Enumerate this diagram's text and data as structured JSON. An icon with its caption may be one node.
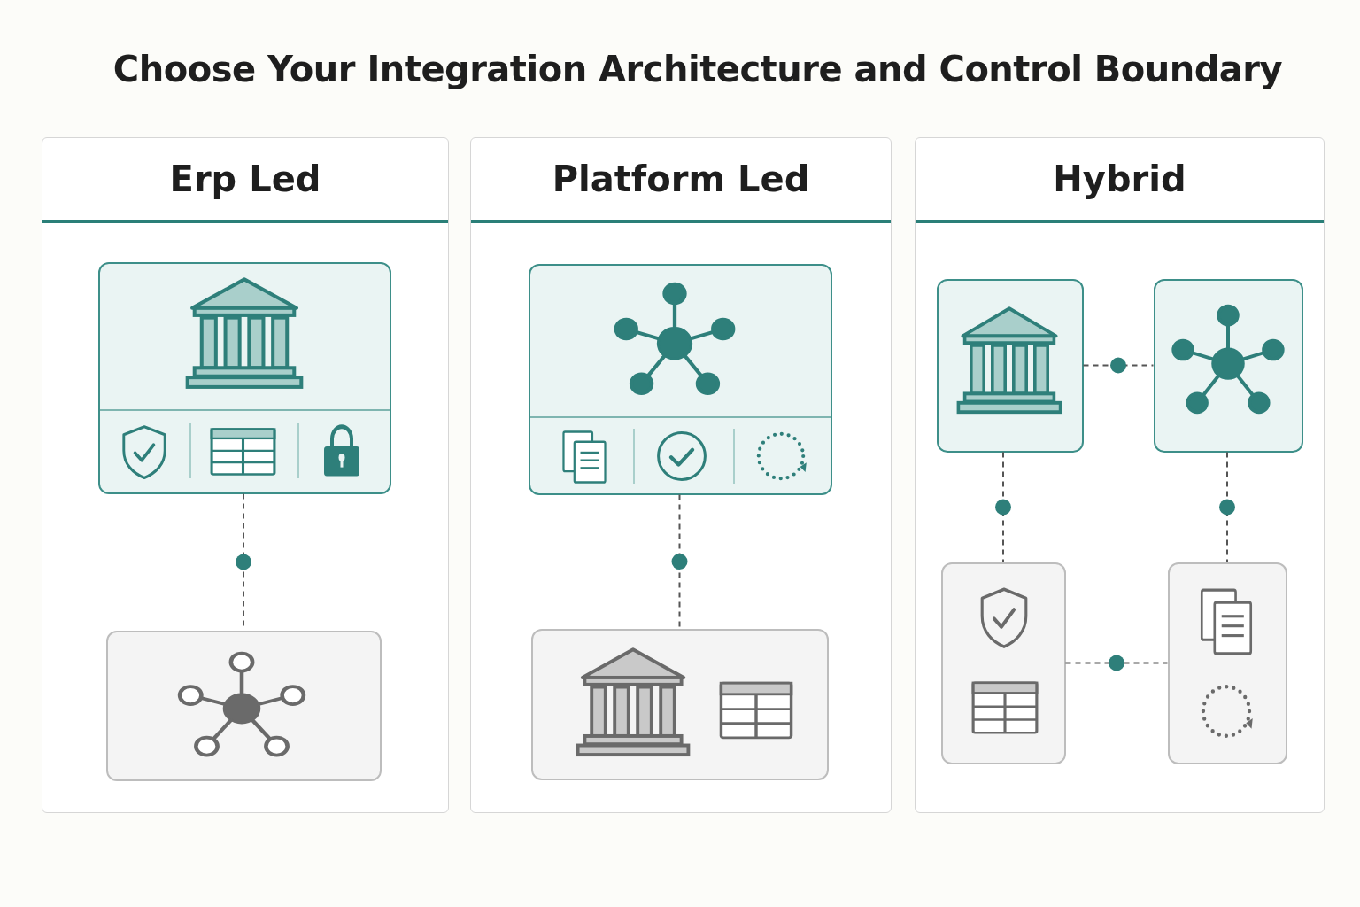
{
  "diagram": {
    "title": "Choose Your Integration Architecture and Control Boundary",
    "nodes": [
      {
        "text": [
          "Erp Led"
        ]
      },
      {
        "text": [],
        "shape": "box",
        "in": 0
      },
      {
        "text": [],
        "shape": "box",
        "in": 0
      },
      {
        "text": [
          "Platform Led"
        ]
      },
      {
        "text": [],
        "shape": "box",
        "in": 3
      },
      {
        "text": [],
        "shape": "box",
        "in": 3
      },
      {
        "text": [
          "Hybrid"
        ]
      },
      {
        "text": [],
        "shape": "box",
        "in": 6
      },
      {
        "text": [],
        "shape": "box",
        "in": 6
      },
      {
        "text": [],
        "shape": "box",
        "in": 6
      },
      {
        "text": [],
        "shape": "box",
        "in": 6
      }
    ],
    "edges": [
      {
        "from": 1,
        "to": 2,
        "arrow": "none",
        "style": "dashed"
      },
      {
        "from": 4,
        "to": 5,
        "arrow": "none",
        "style": "dashed"
      },
      {
        "from": 7,
        "to": 8,
        "arrow": "none",
        "style": "dashed"
      },
      {
        "from": 7,
        "to": 9,
        "arrow": "none",
        "style": "dashed"
      },
      {
        "from": 8,
        "to": 10,
        "arrow": "none",
        "style": "dashed"
      },
      {
        "from": 9,
        "to": 10,
        "arrow": "none",
        "style": "dashed"
      }
    ]
  }
}
